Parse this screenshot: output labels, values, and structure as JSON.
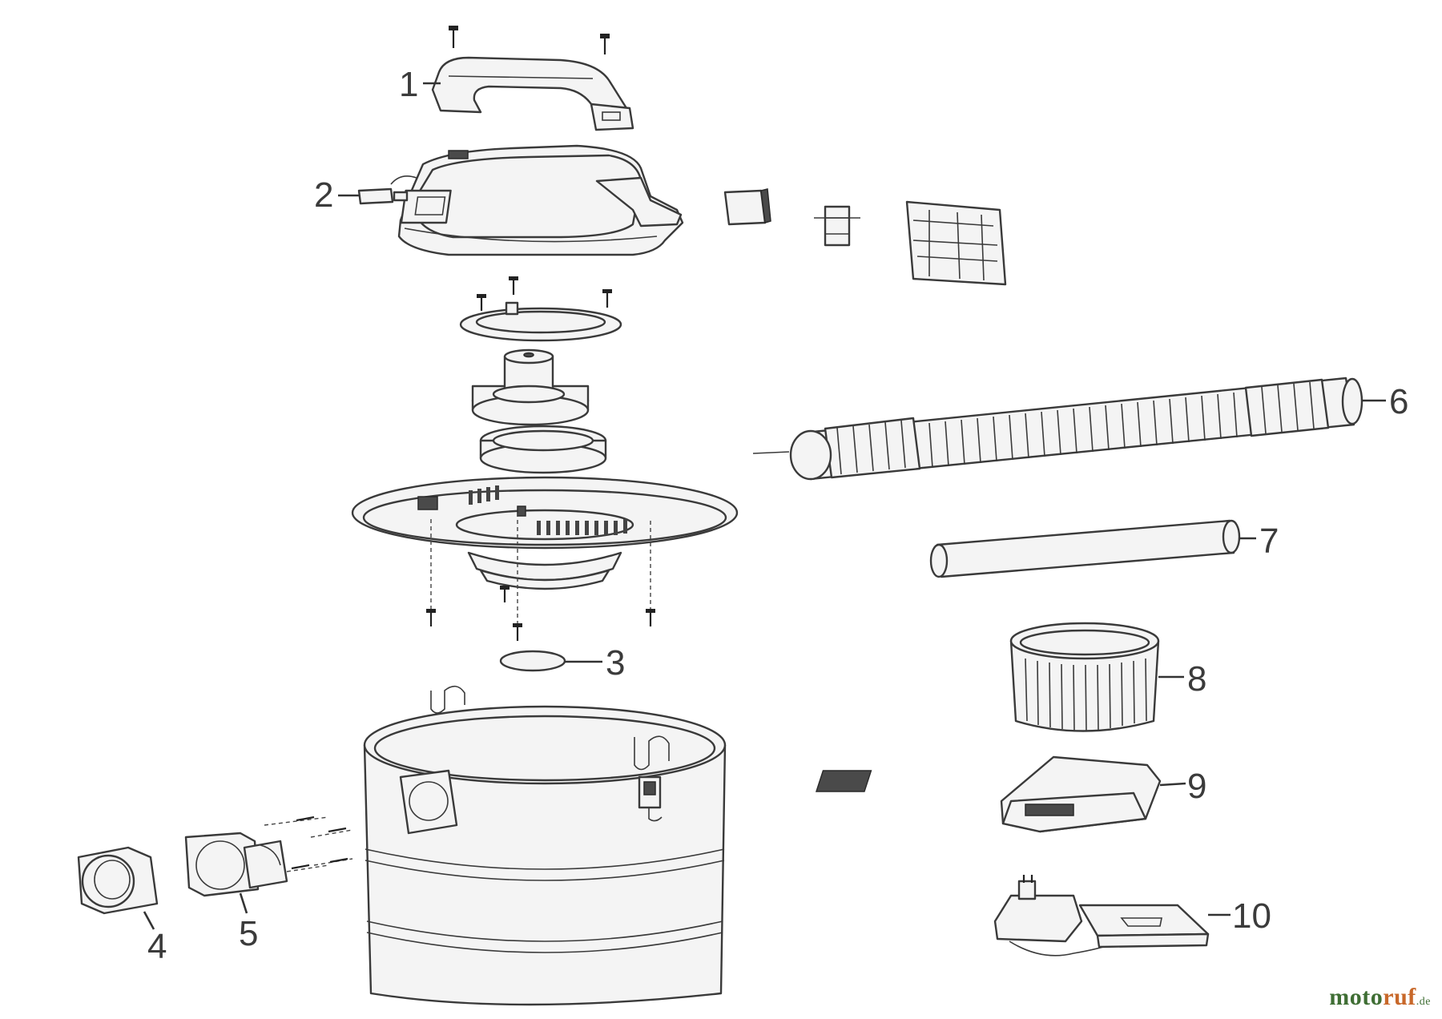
{
  "callouts": {
    "c1": "1",
    "c2": "2",
    "c3": "3",
    "c4": "4",
    "c5": "5",
    "c6": "6",
    "c7": "7",
    "c8": "8",
    "c9": "9",
    "c10": "10"
  },
  "logo": {
    "part_a": "moto",
    "part_b": "ruf",
    "tld": ".de"
  },
  "colors": {
    "line": "#3a3a3a",
    "fill": "#f4f4f4",
    "logo_green": "#3f6e34",
    "logo_orange": "#c8682a"
  }
}
